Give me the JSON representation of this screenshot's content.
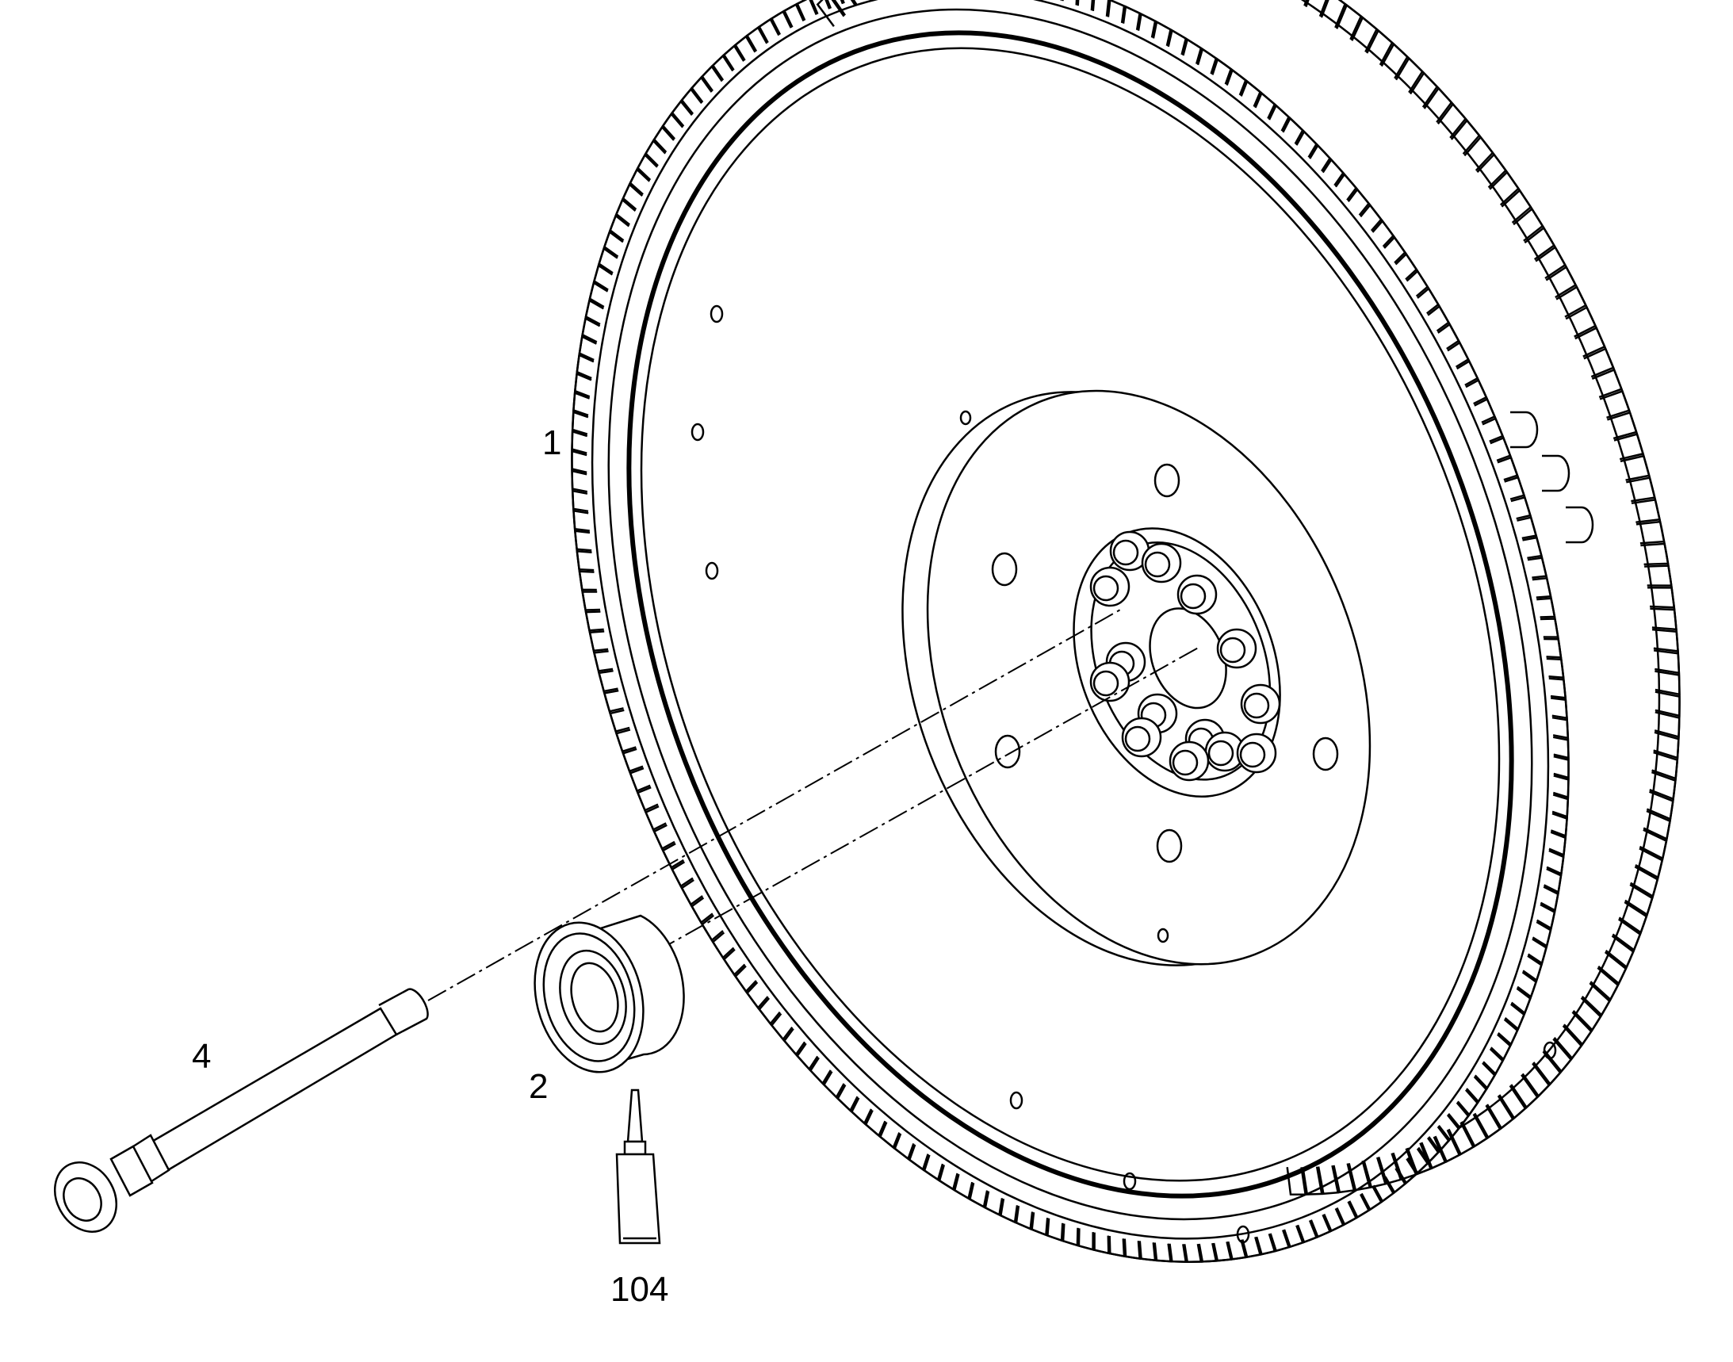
{
  "diagram": {
    "callouts": [
      {
        "id": "1",
        "label": "1",
        "part": "flywheel"
      },
      {
        "id": "2",
        "label": "2",
        "part": "bearing"
      },
      {
        "id": "4",
        "label": "4",
        "part": "bolt"
      },
      {
        "id": "104",
        "label": "104",
        "part": "sealant-tube"
      }
    ],
    "colors": {
      "line": "#000000",
      "background": "#ffffff"
    }
  }
}
